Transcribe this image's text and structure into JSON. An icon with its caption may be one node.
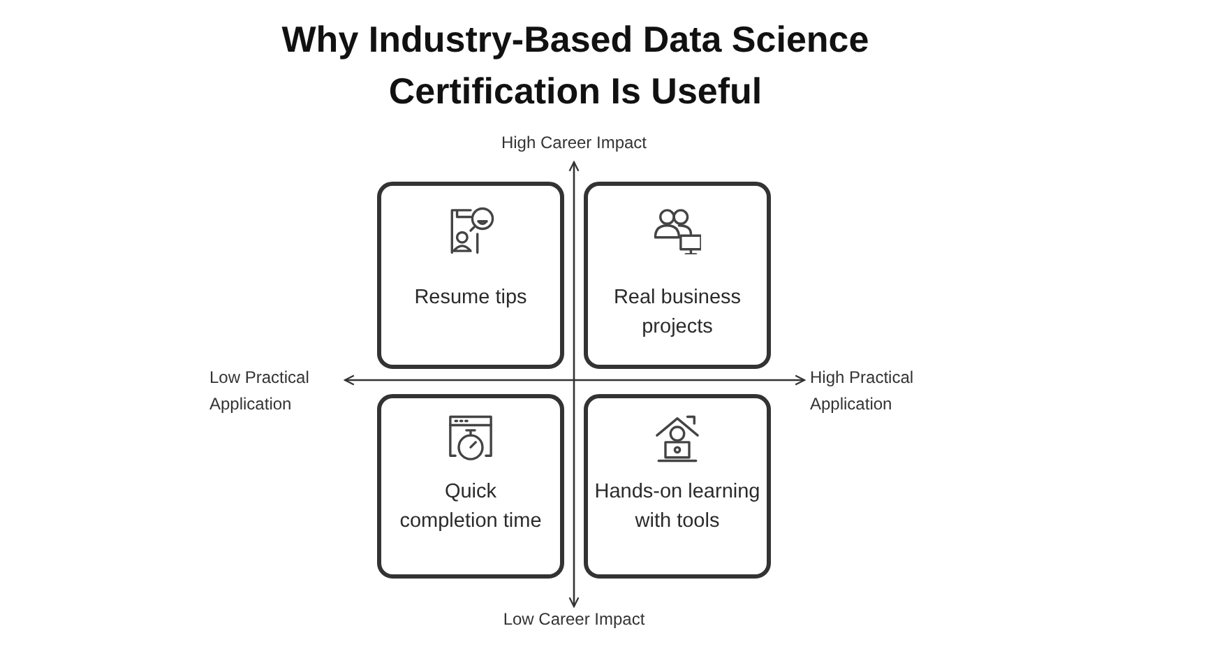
{
  "diagram": {
    "title": "Why Industry-Based Data Science Certification Is Useful",
    "nodes": [
      {
        "text": [
          "Resume tips"
        ]
      },
      {
        "text": [
          "Real business projects"
        ]
      },
      {
        "text": [
          "Quick completion time"
        ]
      },
      {
        "text": [
          "Hands-on learning with tools"
        ]
      }
    ],
    "labels": [
      "High Career Impact",
      "Low Practical Application",
      "High Practical Application",
      "Low Career Impact"
    ]
  }
}
